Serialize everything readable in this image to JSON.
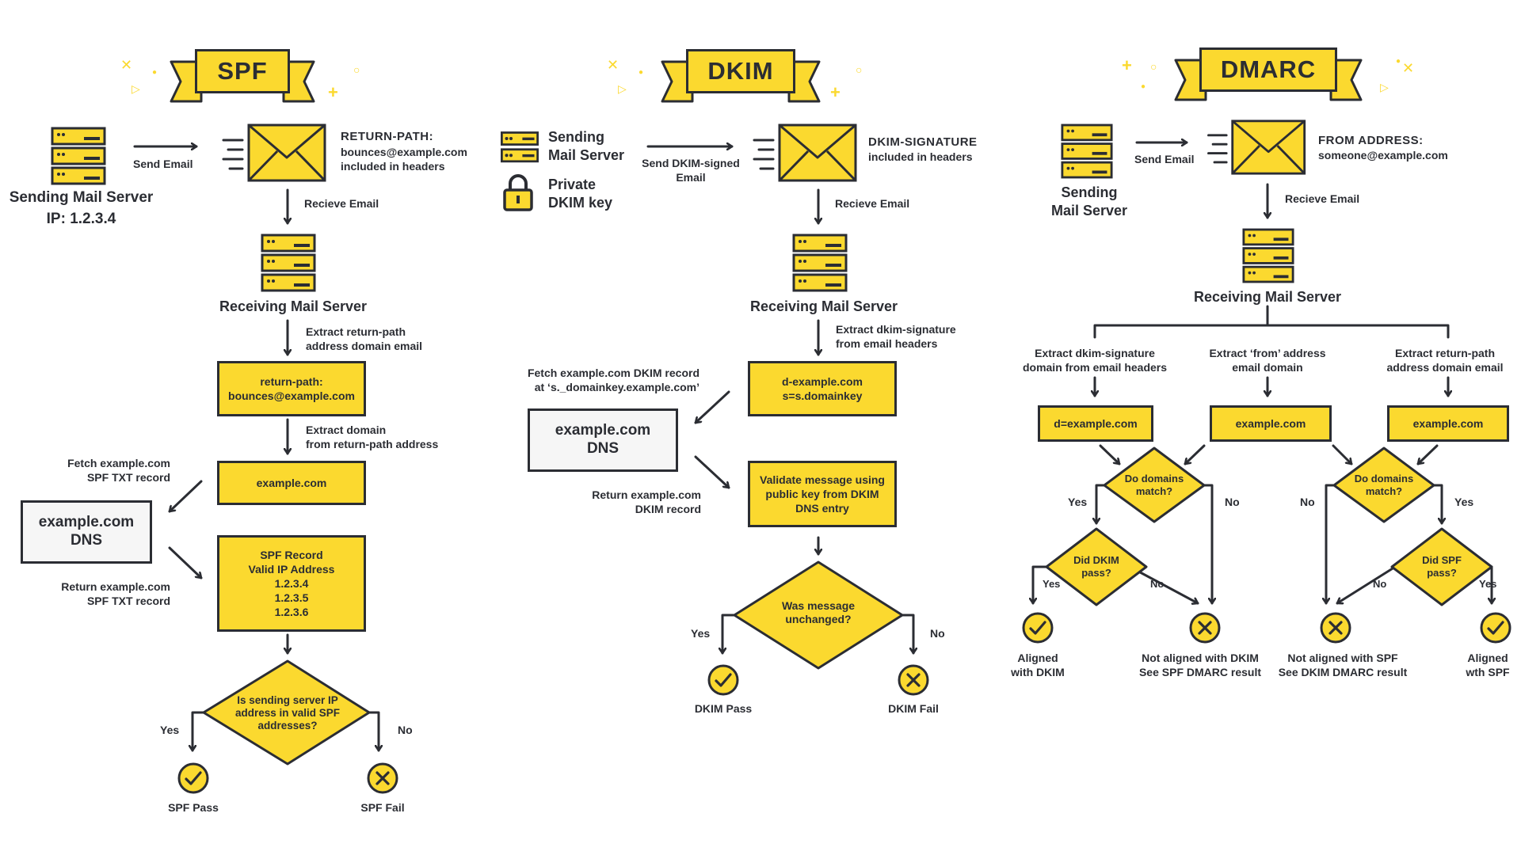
{
  "spf": {
    "title": "SPF",
    "sender_label": "Sending Mail Server",
    "sender_ip": "IP: 1.2.3.4",
    "send_label": "Send Email",
    "return_path_head": "RETURN-PATH:",
    "return_path_body": "bounces@example.com\nincluded in headers",
    "receive_label": "Recieve Email",
    "receiver_label": "Receiving Mail Server",
    "extract_label": "Extract return-path\naddress domain email",
    "return_path_box": "return-path:\nbounces@example.com",
    "extract_domain_label": "Extract domain\nfrom return-path address",
    "domain_box": "example.com",
    "fetch_label": "Fetch example.com\nSPF TXT record",
    "dns_box": "example.com\nDNS",
    "return_label": "Return example.com\nSPF TXT record",
    "spf_record_box": "SPF Record\nValid IP Address\n1.2.3.4\n1.2.3.5\n1.2.3.6",
    "question": "Is sending server IP\naddress in valid SPF\naddresses?",
    "yes": "Yes",
    "no": "No",
    "pass": "SPF Pass",
    "fail": "SPF Fail"
  },
  "dkim": {
    "title": "DKIM",
    "sender_label": "Sending\nMail Server",
    "key_label": "Private\nDKIM key",
    "send_label": "Send DKIM-signed\nEmail",
    "sig_head": "DKIM-SIGNATURE",
    "sig_body": "included in headers",
    "receive_label": "Recieve Email",
    "receiver_label": "Receiving Mail Server",
    "extract_label": "Extract dkim-signature\nfrom email headers",
    "sig_box": "d-example.com\ns=s.domainkey",
    "fetch_label": "Fetch example.com DKIM record\nat  ‘s._domainkey.example.com’",
    "dns_box": "example.com\nDNS",
    "return_label": "Return example.com\nDKIM record",
    "validate_box": "Validate message using\npublic key from DKIM\nDNS entry",
    "question": "Was message\nunchanged?",
    "yes": "Yes",
    "no": "No",
    "pass": "DKIM Pass",
    "fail": "DKIM Fail"
  },
  "dmarc": {
    "title": "DMARC",
    "sender_label": "Sending\nMail Server",
    "send_label": "Send Email",
    "from_head": "FROM ADDRESS:",
    "from_body": "someone@example.com",
    "receive_label": "Recieve Email",
    "receiver_label": "Receiving Mail Server",
    "extract_left": "Extract dkim-signature\ndomain from email headers",
    "extract_mid": "Extract ‘from’ address\nemail domain",
    "extract_right": "Extract return-path\naddress domain email",
    "box_left": "d=example.com",
    "box_mid": "example.com",
    "box_right": "example.com",
    "q_left": "Do domains\nmatch?",
    "q_right": "Do domains\nmatch?",
    "q_dkim": "Did DKIM\npass?",
    "q_spf": "Did SPF\npass?",
    "yes_l1": "Yes",
    "no_l1": "No",
    "yes_l2": "Yes",
    "no_l2": "No",
    "no_r1": "No",
    "yes_r1": "Yes",
    "no_r2": "No",
    "yes_r2": "Yes",
    "aligned_dkim": "Aligned\nwith DKIM",
    "not_aligned_dkim": "Not aligned with DKIM\nSee SPF DMARC result",
    "not_aligned_spf": "Not aligned with SPF\nSee DKIM DMARC result",
    "aligned_spf": "Aligned\nwth SPF"
  },
  "colors": {
    "accent": "#fbd92f",
    "ink": "#2b2d33",
    "dns_fill": "#f6f6f6"
  },
  "icons": [
    "server-icon",
    "envelope-icon",
    "lock-icon",
    "check-icon",
    "cross-icon"
  ]
}
